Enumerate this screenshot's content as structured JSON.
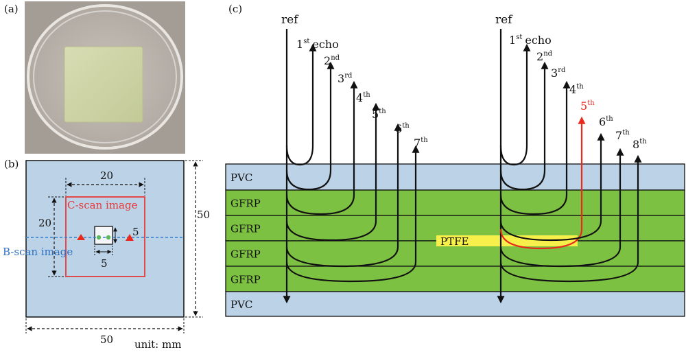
{
  "panel_labels": {
    "a": "(a)",
    "b": "(b)",
    "c": "(c)"
  },
  "colors": {
    "pvc": "#bcd2e6",
    "gfrp": "#7dc142",
    "ptfe": "#f7f04a",
    "defect_path": "#e8291c",
    "cscan_box": "#e53a3a",
    "bscan_line": "#2f7fd0",
    "sample_board": "#cdd3a6",
    "dish_background": "#a9a29b",
    "specimen_fill": "#bcd2e6",
    "marker_triangle": "#e8291c",
    "marker_dot": "#5cb85c"
  },
  "panel_b": {
    "dim_top": "20",
    "dim_left": "20",
    "dim_right": "50",
    "dim_bottom": "50",
    "small_dim_v": "5",
    "small_dim_h": "5",
    "cscan_label": "C-scan image",
    "bscan_label": "B-scan image",
    "unit_label": "unit: mm"
  },
  "panel_c": {
    "layers": [
      {
        "label": "PVC",
        "material": "pvc"
      },
      {
        "label": "GFRP",
        "material": "gfrp"
      },
      {
        "label": "GFRP",
        "material": "gfrp"
      },
      {
        "label": "GFRP",
        "material": "gfrp"
      },
      {
        "label": "GFRP",
        "material": "gfrp"
      },
      {
        "label": "PVC",
        "material": "pvc"
      }
    ],
    "defect_label": "PTFE",
    "ref_label": "ref",
    "echo_word": "echo",
    "left_echoes": [
      {
        "num": "1",
        "sup": "st"
      },
      {
        "num": "2",
        "sup": "nd"
      },
      {
        "num": "3",
        "sup": "rd"
      },
      {
        "num": "4",
        "sup": "th"
      },
      {
        "num": "5",
        "sup": "th"
      },
      {
        "num": "6",
        "sup": "th"
      },
      {
        "num": "7",
        "sup": "th"
      }
    ],
    "right_echoes": [
      {
        "num": "1",
        "sup": "st"
      },
      {
        "num": "2",
        "sup": "nd"
      },
      {
        "num": "3",
        "sup": "rd"
      },
      {
        "num": "4",
        "sup": "th"
      },
      {
        "num": "5",
        "sup": "th",
        "highlight": true
      },
      {
        "num": "6",
        "sup": "th"
      },
      {
        "num": "7",
        "sup": "th"
      },
      {
        "num": "8",
        "sup": "th"
      }
    ]
  }
}
